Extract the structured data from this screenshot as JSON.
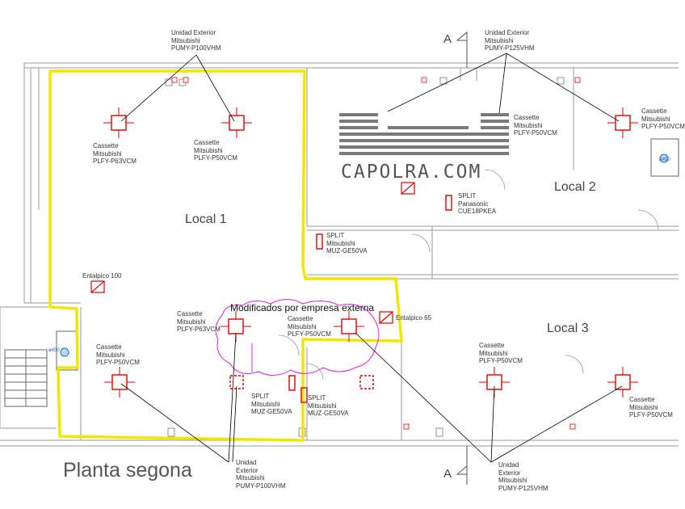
{
  "title": "Planta segona",
  "watermark": "CAPOLRA.COM",
  "note": "Modificados por empresa externa",
  "section_marker": "A",
  "rooms": {
    "local1": "Local 1",
    "local2": "Local 2",
    "local3": "Local 3"
  },
  "labels": {
    "ue_top_left": [
      "Unidad Exterior",
      "Mitsubishi",
      "PUMY-P100VHM"
    ],
    "ue_top_right": [
      "Unidad Exterior",
      "Mitsubishi",
      "PUMY-P125VHM"
    ],
    "ue_bottom_left": [
      "Unidad",
      "Exterior",
      "Mitsubishi",
      "PUMY-P100VHM"
    ],
    "ue_bottom_right": [
      "Unidad",
      "Exterior",
      "Mitsubishi",
      "PUMY-P125VHM"
    ],
    "cassette_1": [
      "Cassette",
      "Mitsubishi",
      "PLFY-P63VCM"
    ],
    "cassette_2": [
      "Cassette",
      "Mitsubishi",
      "PLFY-P50VCM"
    ],
    "cassette_3": [
      "Cassette",
      "Mitsubishi",
      "PLFY-P50VCM"
    ],
    "cassette_4": [
      "Cassette",
      "Mitsubishi",
      "PLFY-P50VCM"
    ],
    "cassette_5": [
      "Cassette",
      "Mitsubishi",
      "PLFY-P63VCM"
    ],
    "cassette_6": [
      "Cassette",
      "Mitsubishi",
      "PLFY-P50VCM"
    ],
    "cassette_7": [
      "Cassette",
      "Mitsubishi",
      "PLFY-P50VCM"
    ],
    "cassette_8": [
      "Cassette",
      "Mitsubishi",
      "PLFY-P50VCM"
    ],
    "cassette_9": [
      "Cassette",
      "Mitsubishi",
      "PLFY-P50VCM"
    ],
    "split_panasonic": [
      "SPLIT",
      "Panasonic",
      "CUE18PKEA"
    ],
    "split_1": [
      "SPLIT",
      "Mitsubishi",
      "MUZ-GE50VA"
    ],
    "split_2": [
      "SPLIT",
      "Mitsubishi",
      "MUZ-GE50VA"
    ],
    "split_3": [
      "SPLIT",
      "Mitsubishi",
      "MUZ-GE50VA"
    ],
    "entalpico_100": [
      "Entalpico 100"
    ],
    "entalpico_65": [
      "Entalpico 65"
    ],
    "tag_left": [
      "ø450"
    ],
    "tag_right": [
      "ø450"
    ]
  },
  "colors": {
    "walls": "#9a9a9a",
    "highlight": "#f2e600",
    "equipment": "#e00000",
    "cloud": "#e020e0",
    "leader": "#000000"
  }
}
